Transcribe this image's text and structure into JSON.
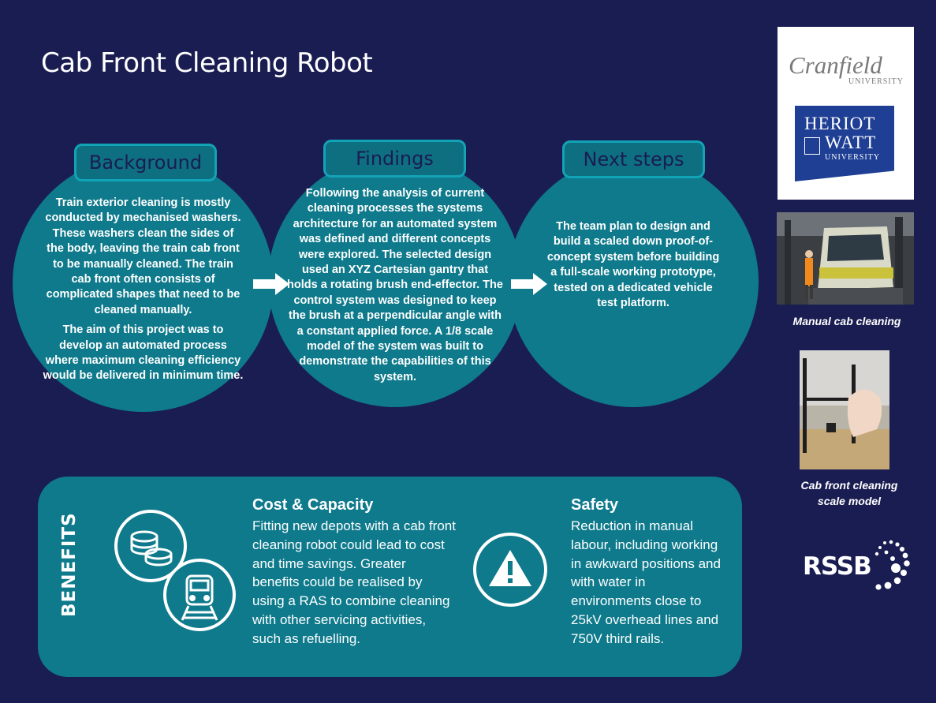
{
  "title": "Cab Front Cleaning Robot",
  "sections": [
    {
      "heading": "Background",
      "paragraphs": [
        "Train exterior cleaning is mostly conducted by mechanised washers. These washers clean the sides of the body, leaving the train cab front to be manually cleaned. The train cab front often consists of complicated shapes that need to be cleaned manually.",
        "The aim of this project was to develop an automated process where maximum cleaning efficiency would be delivered in minimum time."
      ]
    },
    {
      "heading": "Findings",
      "paragraphs": [
        "Following the analysis of current cleaning processes the systems architecture for an automated system was defined and different concepts were explored. The selected design used an XYZ Cartesian gantry that holds a rotating brush end-effector. The control system was designed to keep the brush at a perpendicular angle with a constant applied force. A 1/8 scale model of the system was built to demonstrate the capabilities of this system."
      ]
    },
    {
      "heading": "Next steps",
      "paragraphs": [
        "The team plan to design and build a scaled down proof-of-concept system before building a full-scale working prototype, tested on a dedicated vehicle test platform."
      ]
    }
  ],
  "benefits": {
    "label": "BENEFITS",
    "cost": {
      "title": "Cost & Capacity",
      "text": "Fitting new depots with a cab front cleaning robot could lead to cost and time savings. Greater benefits could be realised by using a RAS to combine cleaning with other servicing activities, such as refuelling."
    },
    "safety": {
      "title": "Safety",
      "text": "Reduction in manual labour, including working in awkward positions and with water in environments close to 25kV overhead lines and 750V third rails."
    },
    "icons": [
      "coins-icon",
      "train-icon",
      "warning-icon"
    ]
  },
  "logos": {
    "cranfield": {
      "name": "Cranfield",
      "sub": "UNIVERSITY"
    },
    "heriot": {
      "line1": "HERIOT",
      "line2": "WATT",
      "sub": "UNIVERSITY"
    },
    "rssb": "RSSB"
  },
  "captions": {
    "photo1": "Manual cab cleaning",
    "photo2": "Cab front cleaning scale model"
  },
  "colors": {
    "background": "#1a1d52",
    "circle": "#0e7a8c",
    "tab_border": "#12a3b6",
    "heriot_blue": "#1f3f95"
  }
}
